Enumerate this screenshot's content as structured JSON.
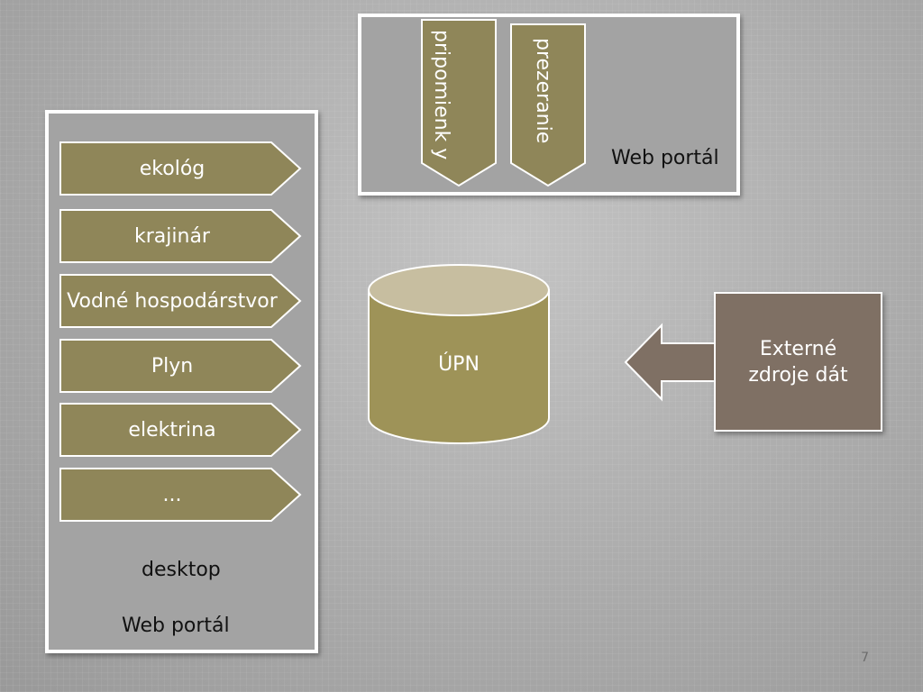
{
  "colors": {
    "role_fill": "#8f8659",
    "db_fill": "#9e9358",
    "db_top": "#c7bea0",
    "external_fill": "#7f7064",
    "panel_fill": "#a3a3a3",
    "border": "#ffffff"
  },
  "desktop_panel": {
    "roles": [
      "ekológ",
      "krajinár",
      "Vodné hospodárstvor",
      "Plyn",
      "elektrina",
      "..."
    ],
    "desktop_label": "desktop",
    "portal_label": "Web portál"
  },
  "top_panel": {
    "actions": [
      "pripomienk y",
      "prezeranie"
    ],
    "portal_label": "Web portál"
  },
  "database": {
    "label": "ÚPN"
  },
  "external": {
    "label": "Externé zdroje dát"
  },
  "page_number": "7"
}
